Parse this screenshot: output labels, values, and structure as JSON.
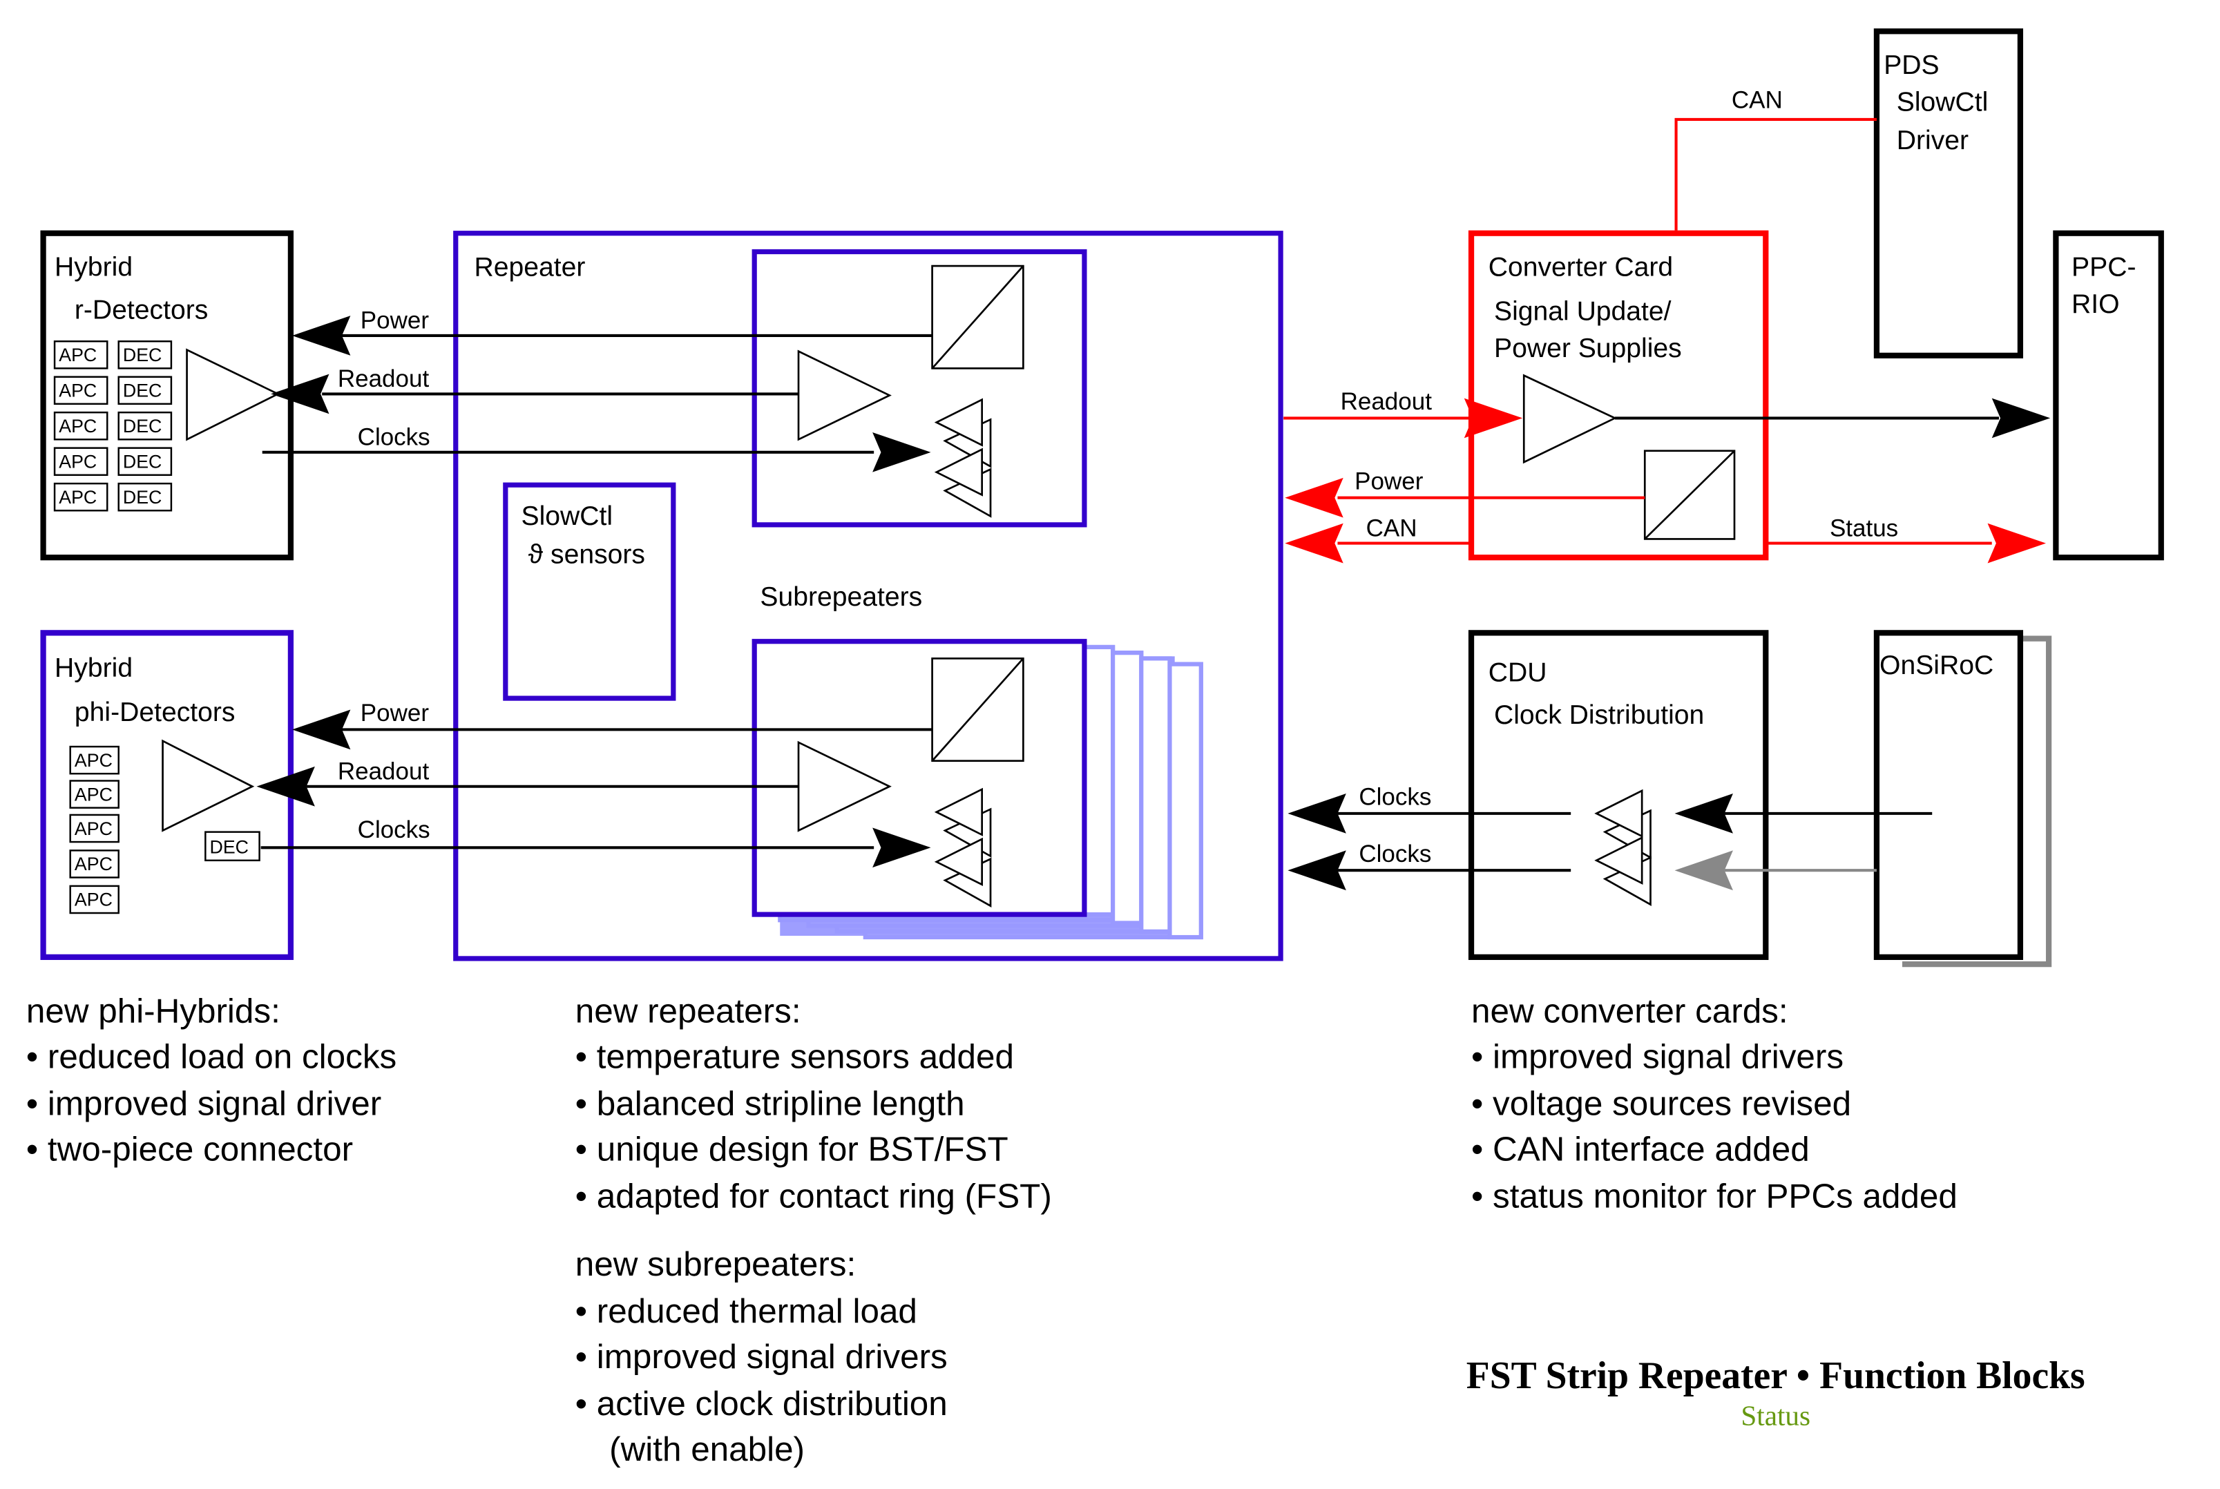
{
  "colors": {
    "blue": "#3300cc",
    "light_blue": "#9999ff",
    "red": "#ff0000",
    "gray": "#888888",
    "green": "#669911",
    "black": "#000000"
  },
  "blocks": {
    "hybrid_r": {
      "line1": "Hybrid",
      "line2": "r-Detectors",
      "chip_apc": "APC",
      "chip_dec": "DEC"
    },
    "hybrid_phi": {
      "line1": "Hybrid",
      "line2": "phi-Detectors",
      "chip_apc": "APC",
      "chip_dec": "DEC"
    },
    "repeater": {
      "title": "Repeater",
      "subrepeaters_label": "Subrepeaters"
    },
    "slowctl": {
      "line1": "SlowCtl",
      "line2": "ϑ sensors"
    },
    "converter": {
      "line1": "Converter Card",
      "line2": "Signal Update/",
      "line3": "Power Supplies"
    },
    "pds": {
      "line1": "PDS",
      "line2": "SlowCtl",
      "line3": "Driver"
    },
    "ppc": {
      "line1": "PPC-",
      "line2": "RIO"
    },
    "cdu": {
      "line1": "CDU",
      "line2": "Clock Distribution"
    },
    "onsiroc": {
      "line1": "OnSiRoC"
    }
  },
  "signals": {
    "power": "Power",
    "readout": "Readout",
    "clocks": "Clocks",
    "can": "CAN",
    "status": "Status"
  },
  "notes": [
    {
      "heading": "new phi-Hybrids:",
      "items": [
        "• reduced load on clocks",
        "• improved signal driver",
        "• two-piece connector"
      ]
    },
    {
      "heading": "new repeaters:",
      "items": [
        "• temperature sensors added",
        "• balanced stripline length",
        "• unique design for BST/FST",
        "• adapted for contact ring (FST)"
      ]
    },
    {
      "heading": "new subrepeaters:",
      "items": [
        "• reduced thermal load",
        "• improved signal drivers",
        "• active clock distribution",
        "(with enable)"
      ]
    },
    {
      "heading": "new converter cards:",
      "items": [
        "• improved signal drivers",
        "• voltage sources revised",
        "• CAN interface added",
        "• status monitor for PPCs added"
      ]
    }
  ],
  "footer": {
    "title": "FST Strip Repeater • Function Blocks",
    "subtitle": "Status"
  }
}
